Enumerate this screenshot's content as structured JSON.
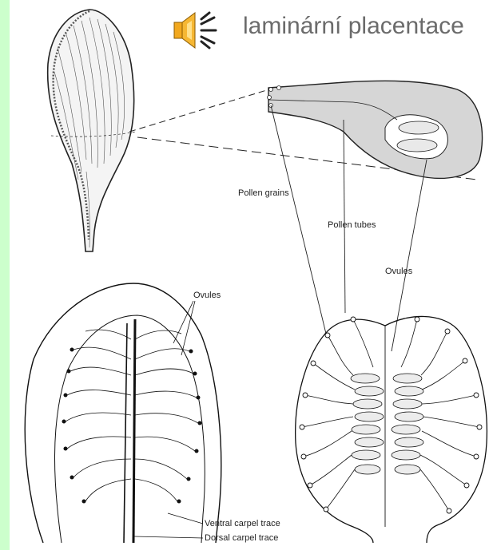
{
  "slide": {
    "title": "laminární placentace",
    "audio_icon": "speaker-icon"
  },
  "labels": {
    "pollen_grains": "Pollen grains",
    "pollen_tubes": "Pollen tubes",
    "ovules_right": "Ovules",
    "ovules_left": "Ovules",
    "ventral_trace": "Ventral carpel trace",
    "dorsal_trace": "Dorsal carpel trace"
  },
  "colors": {
    "background": "#ccffcc",
    "title": "#6b6b6b",
    "speaker_fill": "#f2a81e"
  }
}
